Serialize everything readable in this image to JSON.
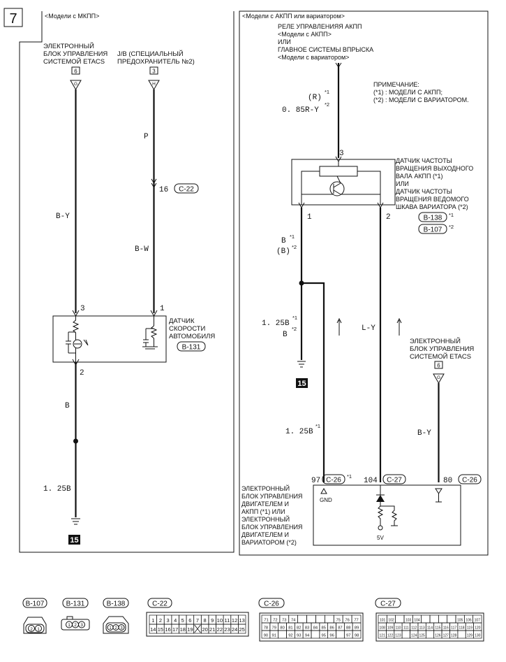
{
  "page_number": "7",
  "left_panel": {
    "condition": "<Модели с МКПП>",
    "etacs_unit": [
      "ЭЛЕКТРОННЫЙ",
      "БЛОК УПРАВЛЕНИЯ",
      "СИСТЕМОЙ ETACS"
    ],
    "jb_unit": [
      "J/B (СПЕЦИАЛЬНЫЙ",
      "ПРЕДОХРАНИТЕЛЬ №2)"
    ],
    "conn_etacs": "6",
    "conn_jb": "3",
    "pin_g": "G",
    "pin_h": "H",
    "wire_by": "B-Y",
    "wire_p": "P",
    "pin_16": "16",
    "conn_c22": "C-22",
    "wire_bw": "B-W",
    "pin_3": "3",
    "pin_1": "1",
    "sensor": [
      "ДАТЧИК",
      "СКОРОСТИ",
      "АВТОМОБИЛЯ"
    ],
    "conn_b131": "B-131",
    "pin_2": "2",
    "wire_b": "B",
    "wire_125b": "1. 25B",
    "ground": "15"
  },
  "right_panel": {
    "condition": "<Модели с АКПП или вариатором>",
    "relay": [
      "РЕЛЕ УПРАВЛЕНИЯЯ АКПП",
      "<Модели с АКПП>",
      "ИЛИ",
      "ГЛАВНОЕ СИСТЕМЫ ВПРЫСКА",
      "<Модели с вариатором>"
    ],
    "note": [
      "ПРИМЕЧАНИЕ:",
      "(*1) : МОДЕЛИ С АКПП;",
      "(*2) : МОДЕЛИ С ВАРИАТОРОМ."
    ],
    "wire_r": "(R)",
    "wire_085ry": "0. 85R-Y",
    "star1": "*1",
    "star2": "*2",
    "pin_3": "3",
    "sensor": [
      "ДАТЧИК ЧАСТОТЫ",
      "ВРАЩЕНИЯ ВЫХОДНОГО",
      "ВАЛА АКПП (*1)",
      "ИЛИ",
      "ДАТЧИК ЧАСТОТЫ",
      "ВРАЩЕНИЯ ВЕДОМОГО",
      "ШКАВА ВАРИАТОРА (*2)"
    ],
    "pin_1": "1",
    "pin_2": "2",
    "conn_b138": "B-138",
    "conn_b107": "B-107",
    "wire_b": "B",
    "wire_bp": "(B)",
    "wire_125b": "1. 25B",
    "wire_b2": "B",
    "ground": "15",
    "wire_ly": "L-Y",
    "etacs_unit": [
      "ЭЛЕКТРОННЫЙ",
      "БЛОК УПРАВЛЕНИЯ",
      "СИСТЕМОЙ ETACS"
    ],
    "conn_etacs": "6",
    "pin_g": "G",
    "wire_by": "B-Y",
    "wire_125b_low": "1. 25B",
    "pin_97": "97",
    "conn_c26": "C-26",
    "pin_104": "104",
    "conn_c27": "C-27",
    "pin_80": "80",
    "conn_c26b": "C-26",
    "ecu": [
      "ЭЛЕКТРОННЫЙ",
      "БЛОК УПРАВЛЕНИЯ",
      "ДВИГАТЕЛЕМ И",
      "АКПП (*1) ИЛИ",
      "ЭЛЕКТРОННЫЙ",
      "БЛОК УПРАВЛЕНИЯ",
      "ДВИГАТЕЛЕМ И",
      "ВАРИАТОРОМ (*2)"
    ],
    "gnd": "GND",
    "v5": "5V"
  },
  "connectors": {
    "b107": {
      "label": "B-107",
      "pins": [
        "2",
        "1"
      ]
    },
    "b131": {
      "label": "B-131",
      "pins": [
        "1",
        "2",
        "3"
      ]
    },
    "b138": {
      "label": "B-138",
      "pins": [
        "1",
        "2",
        "3"
      ]
    },
    "c22": {
      "label": "C-22",
      "row1": [
        "1",
        "2",
        "3",
        "4",
        "5",
        "6",
        "7",
        "8",
        "9",
        "10",
        "11",
        "12",
        "13"
      ],
      "row2": [
        "14",
        "15",
        "16",
        "17",
        "18",
        "19",
        "",
        "20",
        "21",
        "22",
        "23",
        "24",
        "25"
      ]
    },
    "c26": {
      "label": "C-26",
      "row1": [
        "71",
        "72",
        "73",
        "74",
        "",
        "",
        "",
        "",
        "75",
        "76",
        "77"
      ],
      "row2": [
        "78",
        "79",
        "80",
        "81",
        "82",
        "83",
        "84",
        "85",
        "86",
        "87",
        "88",
        "89"
      ],
      "row3": [
        "90",
        "91",
        "",
        "92",
        "93",
        "94",
        "",
        "95",
        "96",
        "",
        "97",
        "98"
      ]
    },
    "c27": {
      "label": "C-27",
      "row1": [
        "101",
        "102",
        "",
        "103",
        "104",
        "",
        "",
        "",
        "",
        "105",
        "106",
        "107"
      ],
      "row2": [
        "108",
        "109",
        "110",
        "111",
        "112",
        "113",
        "114",
        "115",
        "116",
        "117",
        "118",
        "119",
        "120"
      ],
      "row3": [
        "121",
        "122",
        "123",
        "",
        "124",
        "125",
        "",
        "126",
        "127",
        "128",
        "",
        "129",
        "130"
      ]
    }
  }
}
